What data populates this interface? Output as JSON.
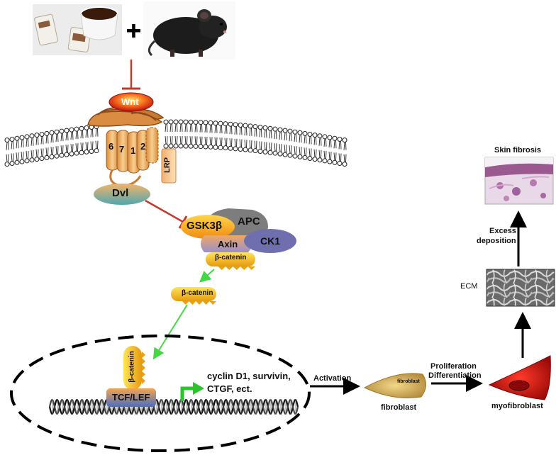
{
  "plus_sign": "+",
  "pathway": {
    "wnt": "Wnt",
    "lrp": "LRP",
    "dvl": "Dvl",
    "frizzled_helix_numbers": [
      "6",
      "7",
      "1",
      "2"
    ],
    "gsk3b": "GSK3β",
    "apc": "APC",
    "ck1": "CK1",
    "axin": "Axin",
    "beta_catenin_complex": "β-catenin",
    "beta_catenin_free": "β-catenin",
    "beta_catenin_nuclear": "β-catenin",
    "tcf_lef": "TCF/LEF",
    "target_genes_line1": "cyclin D1, survivin,",
    "target_genes_line2": "CTGF, ect."
  },
  "cells": {
    "activation": "Activation",
    "fibroblast_inner": "fibroblast",
    "fibroblast": "fibroblast",
    "proliferation": "Proliferation",
    "differentiation": "Differentiation",
    "myofibroblast": "myofibroblast"
  },
  "fibrosis": {
    "ecm": "ECM",
    "excess": "Excess",
    "deposition": "deposition",
    "skin_fibrosis": "Skin fibrosis"
  },
  "colors": {
    "inhibit_red": "#c0392b",
    "activate_green": "#44d644",
    "gene_arrow_green": "#2bc42b",
    "receptor_orange": "#e8a860",
    "catenin_yellow": "#f3c51b",
    "apc_gray": "#7d7d7d",
    "ck1_purple": "#6f6fb0",
    "dvl_teal": "#5aa6a8",
    "myofibroblast_red": "#c8120c",
    "fibroblast_tan": "#d8b45e"
  },
  "icons": [
    "tea-bags-cup-image",
    "mouse-image",
    "ecm-micrograph-image",
    "skin-histology-image"
  ]
}
